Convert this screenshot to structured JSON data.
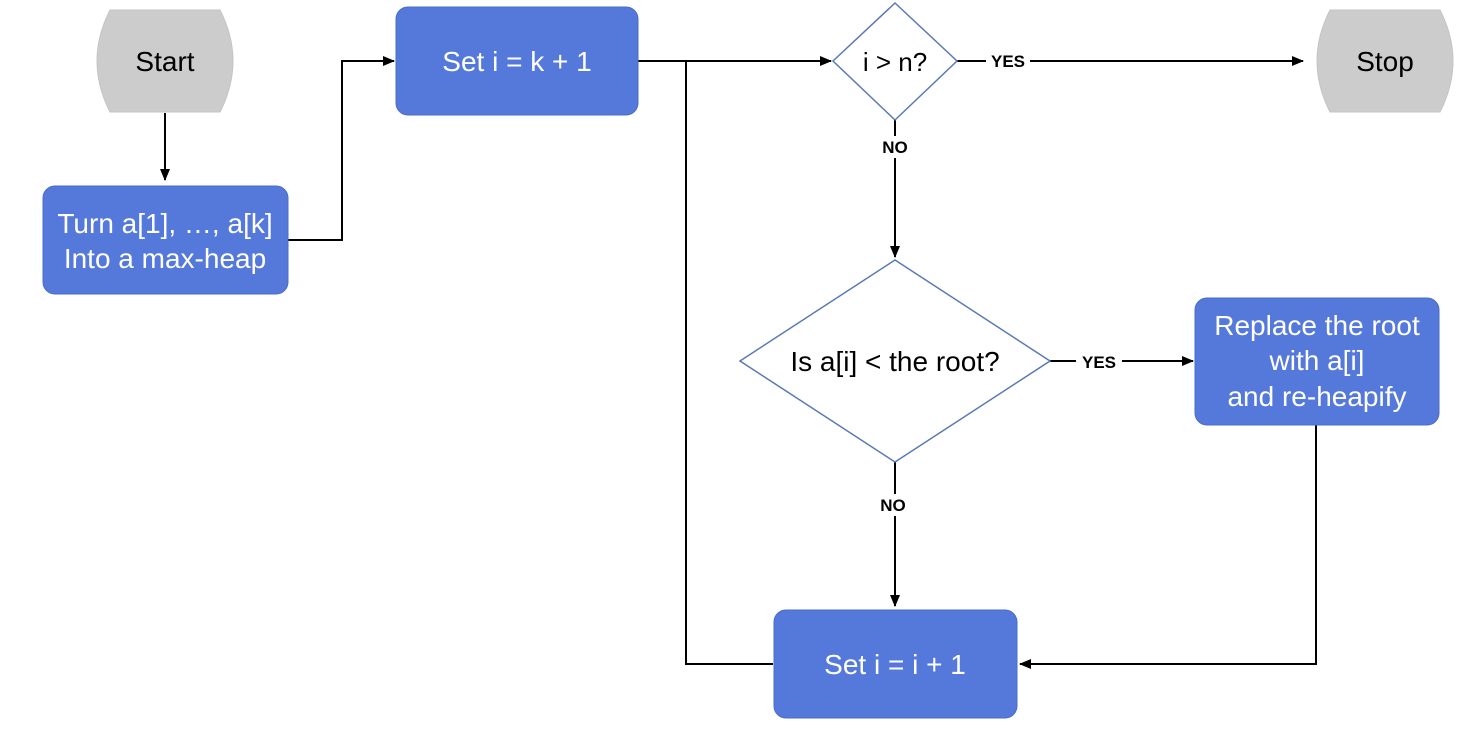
{
  "nodes": {
    "start": {
      "label": "Start"
    },
    "stop": {
      "label": "Stop"
    },
    "heapify_first_k": {
      "lines": [
        "Turn a[1], …, a[k]",
        "Into a max-heap"
      ]
    },
    "set_i_k_plus_1": {
      "label": "Set i = k + 1"
    },
    "check_i_gt_n": {
      "label": "i > n?"
    },
    "check_ai_lt_root": {
      "label": "Is a[i] < the root?"
    },
    "replace_root": {
      "lines": [
        "Replace the root",
        "with a[i]",
        "and re-heapify"
      ]
    },
    "increment_i": {
      "label": "Set i = i + 1"
    }
  },
  "edge_labels": {
    "i_gt_n_yes": "YES",
    "i_gt_n_no": "NO",
    "ai_lt_root_yes": "YES",
    "ai_lt_root_no": "NO"
  },
  "colors": {
    "terminal_fill": "#cccccc",
    "process_fill": "#5579db",
    "decision_stroke": "#5a79b3",
    "decision_fill": "#ffffff",
    "edge": "#000000"
  }
}
